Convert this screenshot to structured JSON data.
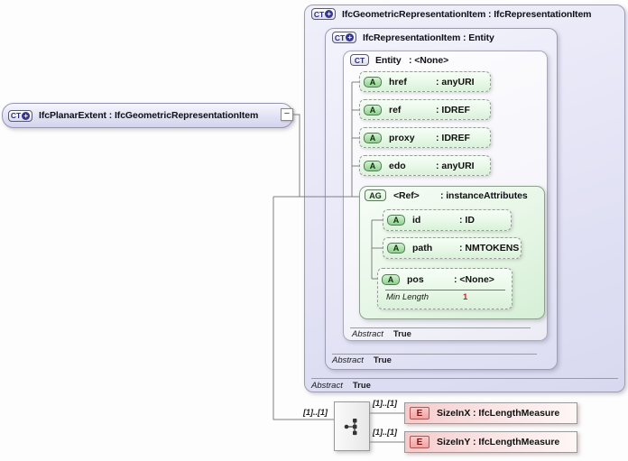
{
  "badges": {
    "ct": "CT",
    "plus": "+",
    "a": "A",
    "ag": "AG",
    "e": "E"
  },
  "root": {
    "label": "IfcPlanarExtent : IfcGeometricRepresentationItem"
  },
  "collapse": {
    "glyph": "−"
  },
  "geo": {
    "label": "IfcGeometricRepresentationItem : IfcRepresentationItem",
    "facet_label": "Abstract",
    "facet_value": "True"
  },
  "repr": {
    "label": "IfcRepresentationItem : Entity",
    "facet_label": "Abstract",
    "facet_value": "True"
  },
  "entity": {
    "name": "Entity",
    "type": ": <None>",
    "facet_label": "Abstract",
    "facet_value": "True",
    "attributes": [
      {
        "name": "href",
        "type": ": anyURI"
      },
      {
        "name": "ref",
        "type": ": IDREF"
      },
      {
        "name": "proxy",
        "type": ": IDREF"
      },
      {
        "name": "edo",
        "type": ": anyURI"
      }
    ],
    "group": {
      "name": "<Ref>",
      "type": ": instanceAttributes",
      "attributes": [
        {
          "name": "id",
          "type": ": ID"
        },
        {
          "name": "path",
          "type": ": NMTOKENS"
        },
        {
          "name": "pos",
          "type": ": <None>",
          "facet_label": "Min Length",
          "facet_value": "1"
        }
      ]
    }
  },
  "content": {
    "cardinality": "[1]..[1]",
    "elements": [
      {
        "name": "SizeInX",
        "type": ": IfcLengthMeasure",
        "cardinality": "[1]..[1]"
      },
      {
        "name": "SizeInY",
        "type": ": IfcLengthMeasure",
        "cardinality": "[1]..[1]"
      }
    ]
  },
  "colors": {
    "box_lavender": "#E4E4F6",
    "attr_green": "#DFF3DF",
    "element_pink": "#F6CACA",
    "facet_red": "#CC2020",
    "badge_navy": "#35358F"
  }
}
